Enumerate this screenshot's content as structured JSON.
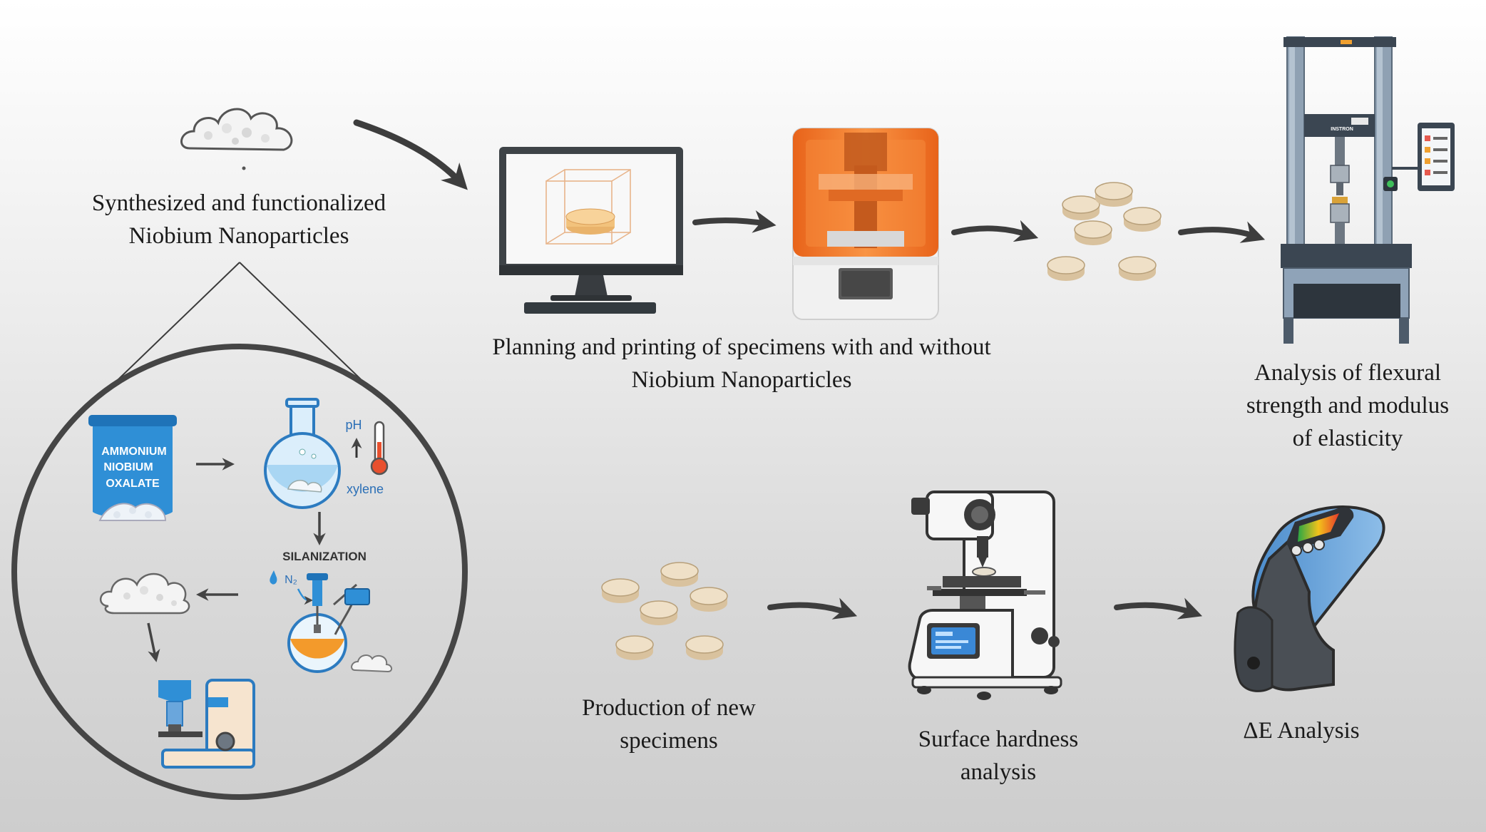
{
  "steps": {
    "nanoparticles": {
      "line1": "Synthesized and functionalized",
      "line2": "Niobium Nanoparticles"
    },
    "printing": {
      "line1": "Planning and printing of specimens with and without",
      "line2": "Niobium Nanoparticles"
    },
    "flexural": {
      "line1": "Analysis of flexural",
      "line2": "strength and modulus",
      "line3": "of elasticity"
    },
    "production": {
      "line1": "Production of new",
      "line2": "specimens"
    },
    "hardness": {
      "line1": "Surface hardness",
      "line2": "analysis"
    },
    "color": {
      "line1": "ΔE Analysis"
    }
  },
  "inset": {
    "jar_line1": "AMMONIUM",
    "jar_line2": "NIOBIUM",
    "jar_line3": "OXALATE",
    "ph_label": "pH",
    "solvent_label": "xylene",
    "silanization_label": "SILANIZATION",
    "gas_label": "N₂"
  },
  "machine": {
    "brand": "INSTRON"
  },
  "colors": {
    "arrow": "#3d3d3d",
    "printer_orange": "#f07a2a",
    "specimen": "#ecd9bc",
    "inset_blue": "#2f8fd6",
    "meter_blue": "#6aa6dc"
  }
}
